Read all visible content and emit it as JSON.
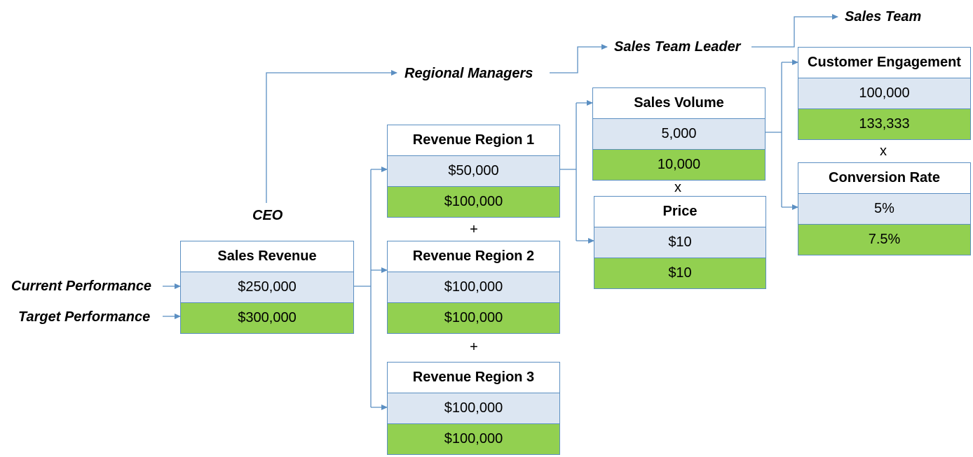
{
  "labels": {
    "current_performance": "Current Performance",
    "target_performance": "Target Performance",
    "ceo": "CEO",
    "regional_managers": "Regional Managers",
    "sales_team_leader": "Sales Team Leader",
    "sales_team": "Sales Team"
  },
  "boxes": {
    "sales_revenue": {
      "title": "Sales Revenue",
      "current": "$250,000",
      "target": "$300,000"
    },
    "revenue_region_1": {
      "title": "Revenue Region 1",
      "current": "$50,000",
      "target": "$100,000"
    },
    "revenue_region_2": {
      "title": "Revenue Region 2",
      "current": "$100,000",
      "target": "$100,000"
    },
    "revenue_region_3": {
      "title": "Revenue Region 3",
      "current": "$100,000",
      "target": "$100,000"
    },
    "sales_volume": {
      "title": "Sales Volume",
      "current": "5,000",
      "target": "10,000"
    },
    "price": {
      "title": "Price",
      "current": "$10",
      "target": "$10"
    },
    "customer_engagement": {
      "title": "Customer Engagement",
      "current": "100,000",
      "target": "133,333"
    },
    "conversion_rate": {
      "title": "Conversion Rate",
      "current": "5%",
      "target": "7.5%"
    }
  },
  "operators": {
    "plus": "+",
    "times": "x"
  },
  "colors": {
    "connector": "#5b8fc2",
    "current_fill": "#dce6f2",
    "target_fill": "#92d050",
    "border": "#5b8fc2"
  }
}
